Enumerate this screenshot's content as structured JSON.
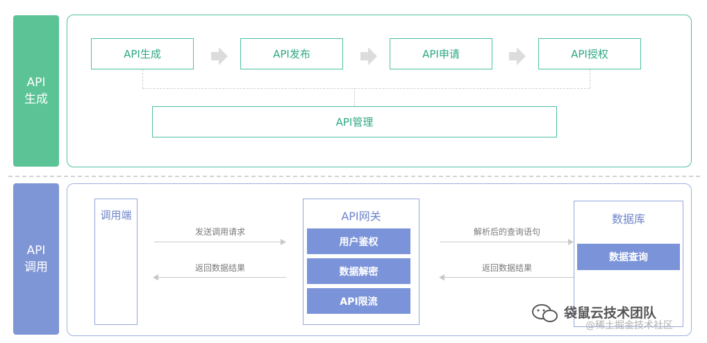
{
  "sections": {
    "generation_label": "API\n生成",
    "invocation_label": "API\n调用"
  },
  "generation": {
    "steps": [
      "API生成",
      "API发布",
      "API申请",
      "API授权"
    ],
    "management": "API管理"
  },
  "invocation": {
    "client": "调用端",
    "gateway": {
      "title": "API网关",
      "functions": [
        "用户鉴权",
        "数据解密",
        "API限流"
      ]
    },
    "database": {
      "title": "数据库",
      "function": "数据查询"
    },
    "flows": {
      "client_to_gateway": "发送调用请求",
      "gateway_to_client": "返回数据结果",
      "gateway_to_db": "解析后的查询语句",
      "db_to_gateway": "返回数据结果"
    }
  },
  "watermark": {
    "account": "袋鼠云技术团队",
    "source": "@稀土掘金技术社区"
  },
  "colors": {
    "green": "#5bc395",
    "blue": "#7e96d6"
  }
}
